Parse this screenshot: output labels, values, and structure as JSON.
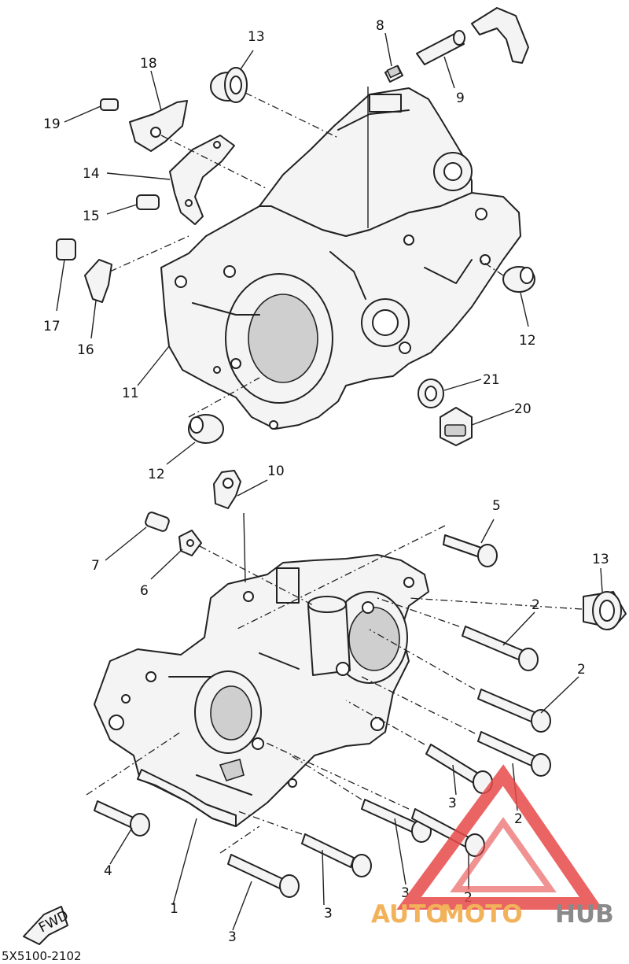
{
  "colors": {
    "line": "#222222",
    "logo_triangle": "#e84a4a",
    "logo_auto": "#f2b25a",
    "logo_moto": "#f2b25a",
    "logo_hub": "#8a8a8a"
  },
  "callouts": [
    {
      "id": "c13a",
      "text": "13"
    },
    {
      "id": "c8",
      "text": "8"
    },
    {
      "id": "c18",
      "text": "18"
    },
    {
      "id": "c19",
      "text": "19"
    },
    {
      "id": "c9",
      "text": "9"
    },
    {
      "id": "c14",
      "text": "14"
    },
    {
      "id": "c15",
      "text": "15"
    },
    {
      "id": "c17",
      "text": "17"
    },
    {
      "id": "c16",
      "text": "16"
    },
    {
      "id": "c11",
      "text": "11"
    },
    {
      "id": "c12a",
      "text": "12"
    },
    {
      "id": "c21",
      "text": "21"
    },
    {
      "id": "c20",
      "text": "20"
    },
    {
      "id": "c12b",
      "text": "12"
    },
    {
      "id": "c10",
      "text": "10"
    },
    {
      "id": "c5",
      "text": "5"
    },
    {
      "id": "c7",
      "text": "7"
    },
    {
      "id": "c13b",
      "text": "13"
    },
    {
      "id": "c6",
      "text": "6"
    },
    {
      "id": "c2a",
      "text": "2"
    },
    {
      "id": "c2b",
      "text": "2"
    },
    {
      "id": "c3a",
      "text": "3"
    },
    {
      "id": "c2c",
      "text": "2"
    },
    {
      "id": "c4",
      "text": "4"
    },
    {
      "id": "c3b",
      "text": "3"
    },
    {
      "id": "c2d",
      "text": "2"
    },
    {
      "id": "c1",
      "text": "1"
    },
    {
      "id": "c3c",
      "text": "3"
    },
    {
      "id": "c3d",
      "text": "3"
    }
  ],
  "fwd_label": "FWD",
  "diagram_code": "5X5100-2102",
  "watermark": {
    "part1": "AUTO",
    "part2": "MOTO",
    "part3": "HUB"
  }
}
